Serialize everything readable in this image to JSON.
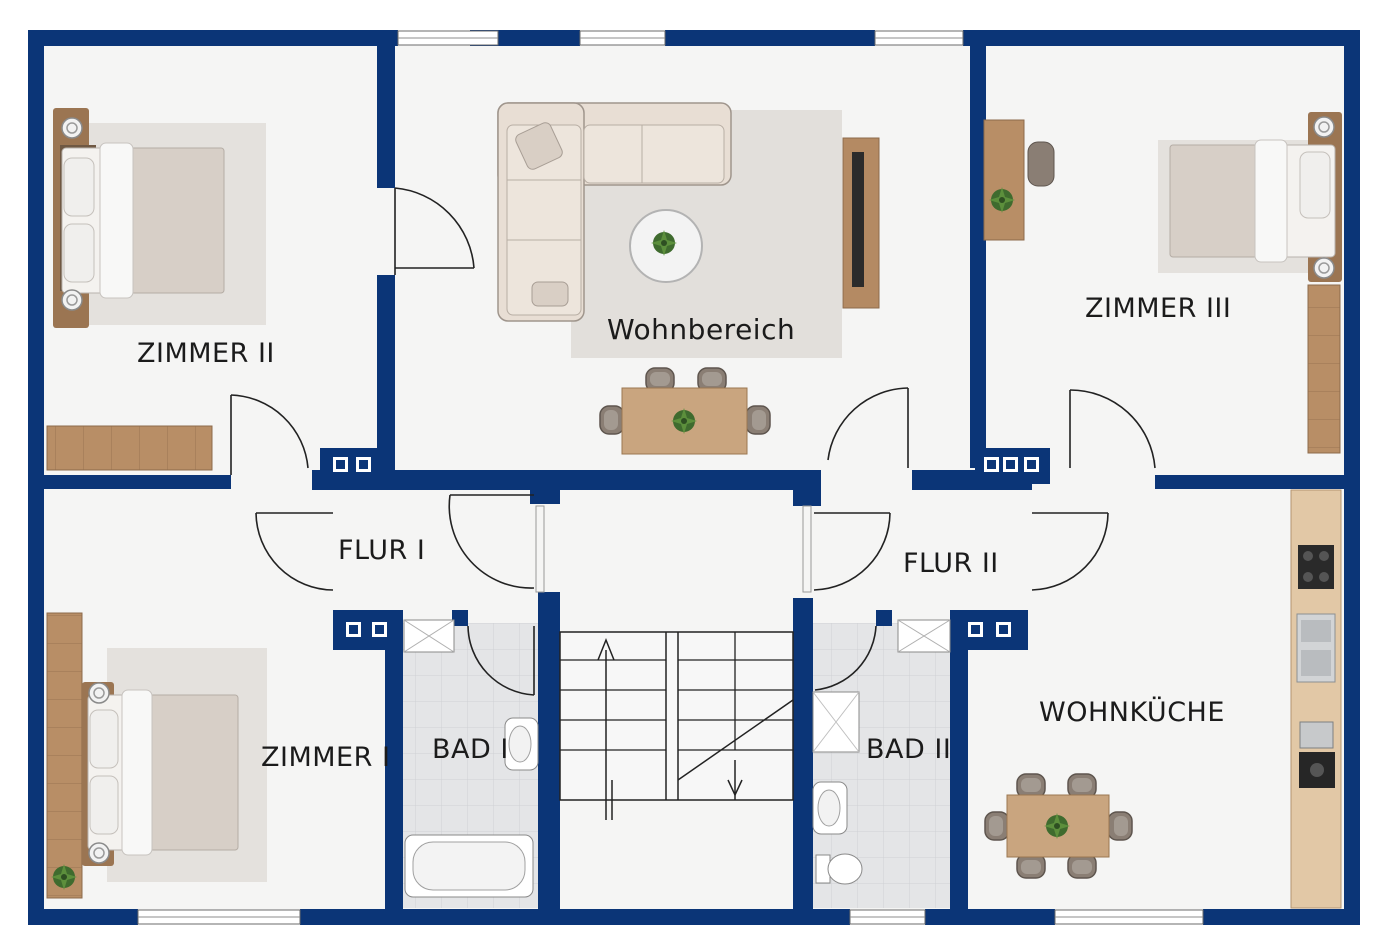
{
  "colors": {
    "wall": "#0b3577",
    "floor": "#f5f5f4",
    "bath_floor": "#e3e4e6",
    "wood": "#b98f68",
    "rug": "#e4e1dd",
    "sofa": "#e6dcd2",
    "bed_cover": "#d9d2cb",
    "line": "#222222"
  },
  "rooms": {
    "zimmer_ii": "ZIMMER II",
    "wohnbereich": "Wohnbereich",
    "zimmer_iii": "ZIMMER III",
    "flur_i": "FLUR I",
    "flur_ii": "FLUR II",
    "zimmer_i": "ZIMMER I",
    "bad_i": "BAD I",
    "bad_ii": "BAD II",
    "wohnkueche": "WOHNKÜCHE"
  }
}
